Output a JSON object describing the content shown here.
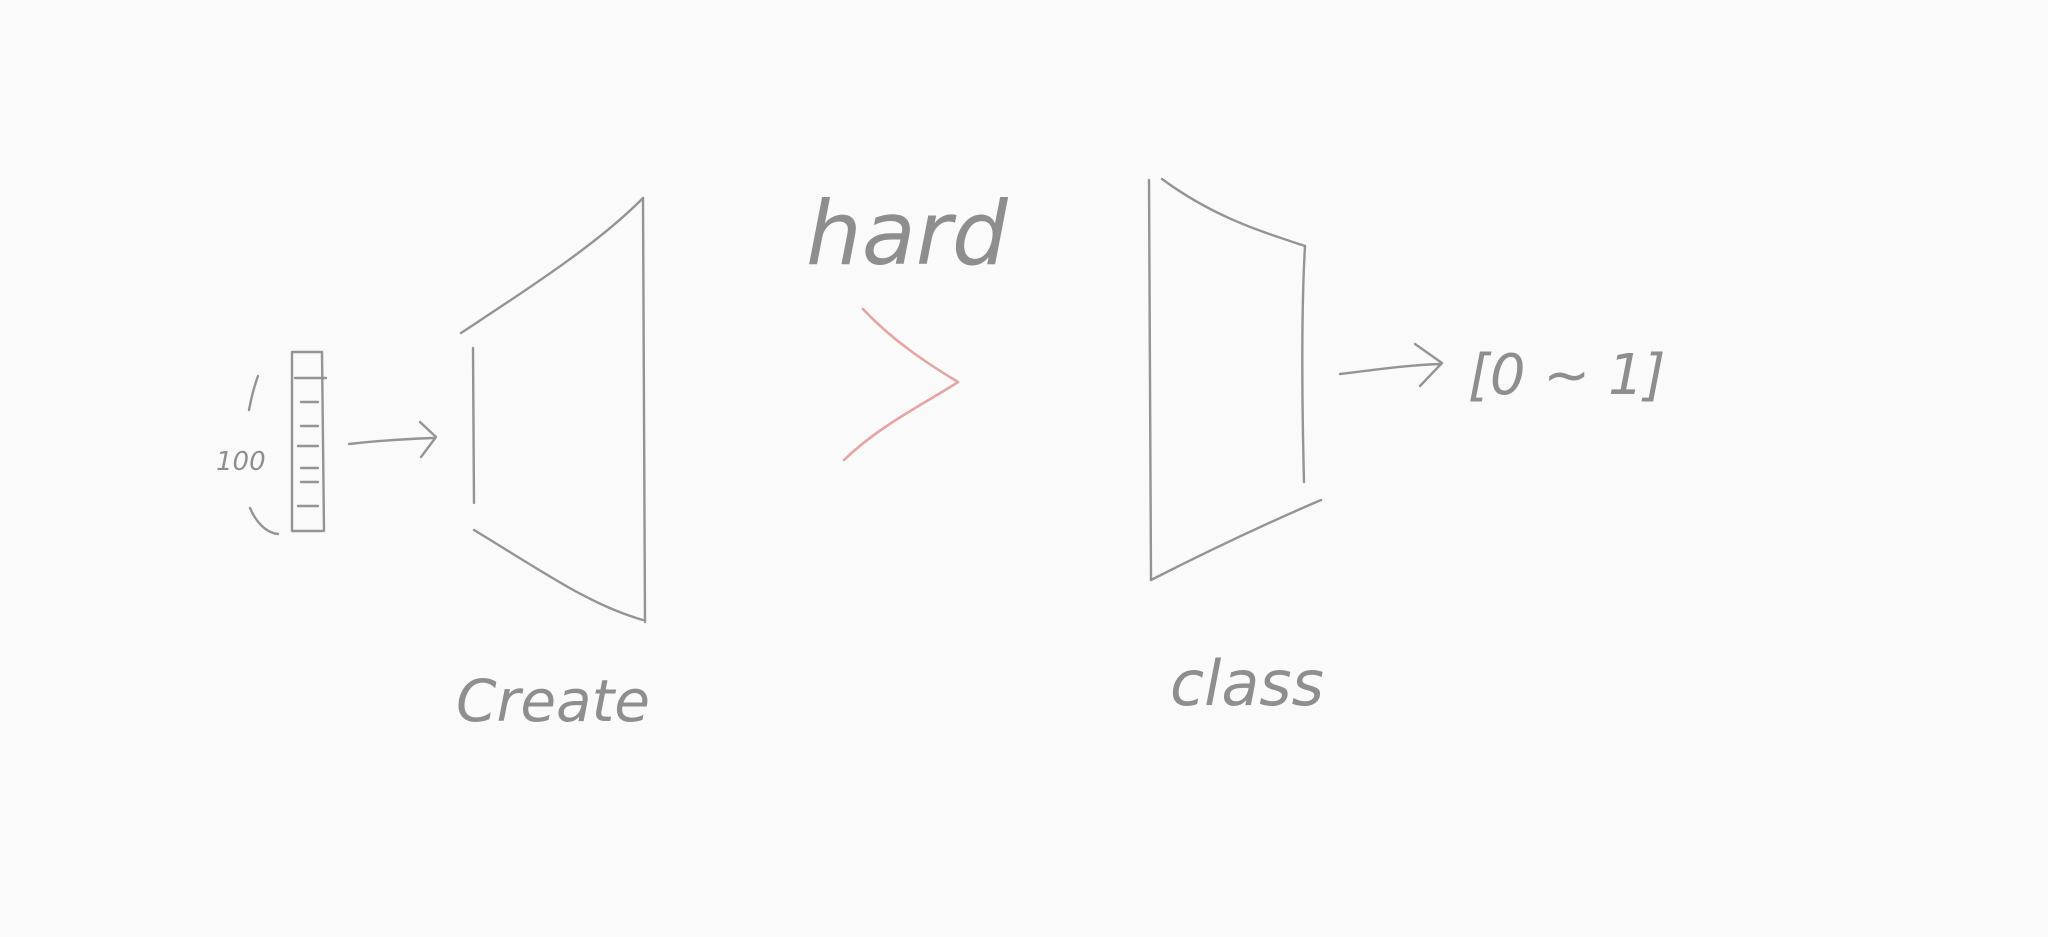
{
  "diagram": {
    "input_label": "100",
    "generator_label": "Create",
    "comparison_label": "hard",
    "discriminator_label": "class",
    "output_label": "[0 ~ 1]",
    "colors": {
      "pencil": "#8e8e8e",
      "comparison": "#e8a3a3",
      "background": "#fafafa"
    }
  }
}
